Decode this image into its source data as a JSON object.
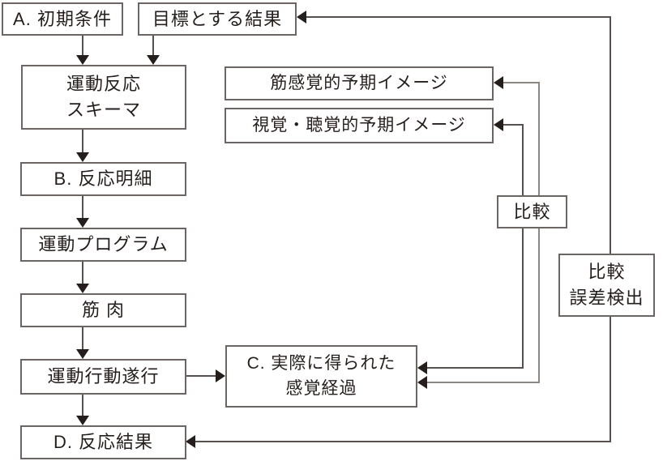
{
  "diagram": {
    "title": "motor-schema-feedback-flowchart",
    "nodes": {
      "initial_conditions": {
        "label": "A. 初期条件"
      },
      "desired_outcome": {
        "label": "目標とする結果"
      },
      "motor_response_schema": {
        "label": "運動反応\nスキーマ"
      },
      "response_specification": {
        "label": "B. 反応明細"
      },
      "motor_program": {
        "label": "運動プログラム"
      },
      "muscles": {
        "label": "筋 肉"
      },
      "movement_execution": {
        "label": "運動行動遂行"
      },
      "response_outcome": {
        "label": "D. 反応結果"
      },
      "expected_muscular_sensory_image": {
        "label": "筋感覚的予期イメージ"
      },
      "expected_visual_auditory_image": {
        "label": "視覚・聴覚的予期イメージ"
      },
      "comparison": {
        "label": "比較"
      },
      "comparison_error_detection": {
        "label": "比較\n誤差検出"
      },
      "obtained_sensory_consequences": {
        "label": "C. 実際に得られた\n感覚経過"
      }
    },
    "edges": [
      {
        "from": "initial_conditions",
        "to": "motor_response_schema",
        "arrow": "to"
      },
      {
        "from": "desired_outcome",
        "to": "motor_response_schema",
        "arrow": "to"
      },
      {
        "from": "motor_response_schema",
        "to": "response_specification",
        "arrow": "to"
      },
      {
        "from": "response_specification",
        "to": "motor_program",
        "arrow": "to"
      },
      {
        "from": "motor_program",
        "to": "muscles",
        "arrow": "to"
      },
      {
        "from": "muscles",
        "to": "movement_execution",
        "arrow": "to"
      },
      {
        "from": "movement_execution",
        "to": "response_outcome",
        "arrow": "to"
      },
      {
        "from": "movement_execution",
        "to": "obtained_sensory_consequences",
        "arrow": "to"
      },
      {
        "from": "expected_muscular_sensory_image",
        "to": "obtained_sensory_consequences",
        "via": "comparison",
        "arrow": "both"
      },
      {
        "from": "expected_visual_auditory_image",
        "to": "obtained_sensory_consequences",
        "via": "comparison",
        "arrow": "both"
      },
      {
        "from": "desired_outcome",
        "to": "response_outcome",
        "via": "comparison_error_detection",
        "arrow": "both"
      }
    ],
    "colors": {
      "background": "#ffffff",
      "box_border": "#6b6663",
      "line_dark": "#56514e",
      "line_light": "#8d8884",
      "arrowhead": "#241e1c",
      "text": "#241e1c"
    }
  }
}
